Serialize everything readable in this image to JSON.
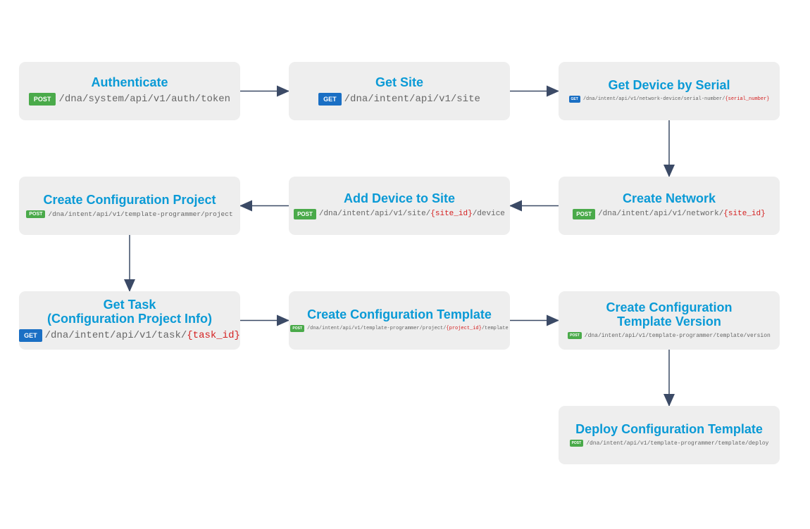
{
  "colors": {
    "node_background": "#eeeeee",
    "title": "#0a9ad6",
    "post_badge": "#4aaa4a",
    "get_badge": "#1a6fc4",
    "path_text": "#666666",
    "path_param": "#d42020",
    "arrow": "#3b4a66"
  },
  "nodes": [
    {
      "title": "Authenticate",
      "method": "POST",
      "path_prefix": "/dna/system/api/v1/auth/token",
      "param": "",
      "path_suffix": ""
    },
    {
      "title": "Get Site",
      "method": "GET",
      "path_prefix": "/dna/intent/api/v1/site",
      "param": "",
      "path_suffix": ""
    },
    {
      "title": "Get Device by Serial",
      "method": "GET",
      "path_prefix": "/dna/intent/api/v1/network-device/serial-number/",
      "param": "{serial_number}",
      "path_suffix": ""
    },
    {
      "title": "Create Network",
      "method": "POST",
      "path_prefix": "/dna/intent/api/v1/network/",
      "param": "{site_id}",
      "path_suffix": ""
    },
    {
      "title": "Add Device to Site",
      "method": "POST",
      "path_prefix": "/dna/intent/api/v1/site/",
      "param": "{site_id}",
      "path_suffix": "/device"
    },
    {
      "title": "Create Configuration Project",
      "method": "POST",
      "path_prefix": "/dna/intent/api/v1/template-programmer/project",
      "param": "",
      "path_suffix": ""
    },
    {
      "title": "Get Task\n(Configuration Project Info)",
      "method": "GET",
      "path_prefix": "/dna/intent/api/v1/task/",
      "param": "{task_id}",
      "path_suffix": ""
    },
    {
      "title": "Create Configuration Template",
      "method": "POST",
      "path_prefix": "/dna/intent/api/v1/template-programmer/project/",
      "param": "{project_id}",
      "path_suffix": "/template"
    },
    {
      "title": "Create Configuration\nTemplate Version",
      "method": "POST",
      "path_prefix": "/dna/intent/api/v1/template-programmer/template/version",
      "param": "",
      "path_suffix": ""
    },
    {
      "title": "Deploy Configuration Template",
      "method": "POST",
      "path_prefix": "/dna/intent/api/v1/template-programmer/template/deploy",
      "param": "",
      "path_suffix": ""
    }
  ],
  "edges": [
    [
      "authenticate",
      "get-site"
    ],
    [
      "get-site",
      "get-device-by-serial"
    ],
    [
      "get-device-by-serial",
      "create-network"
    ],
    [
      "create-network",
      "add-device-to-site"
    ],
    [
      "add-device-to-site",
      "create-configuration-project"
    ],
    [
      "create-configuration-project",
      "get-task"
    ],
    [
      "get-task",
      "create-configuration-template"
    ],
    [
      "create-configuration-template",
      "create-configuration-template-version"
    ],
    [
      "create-configuration-template-version",
      "deploy-configuration-template"
    ]
  ]
}
